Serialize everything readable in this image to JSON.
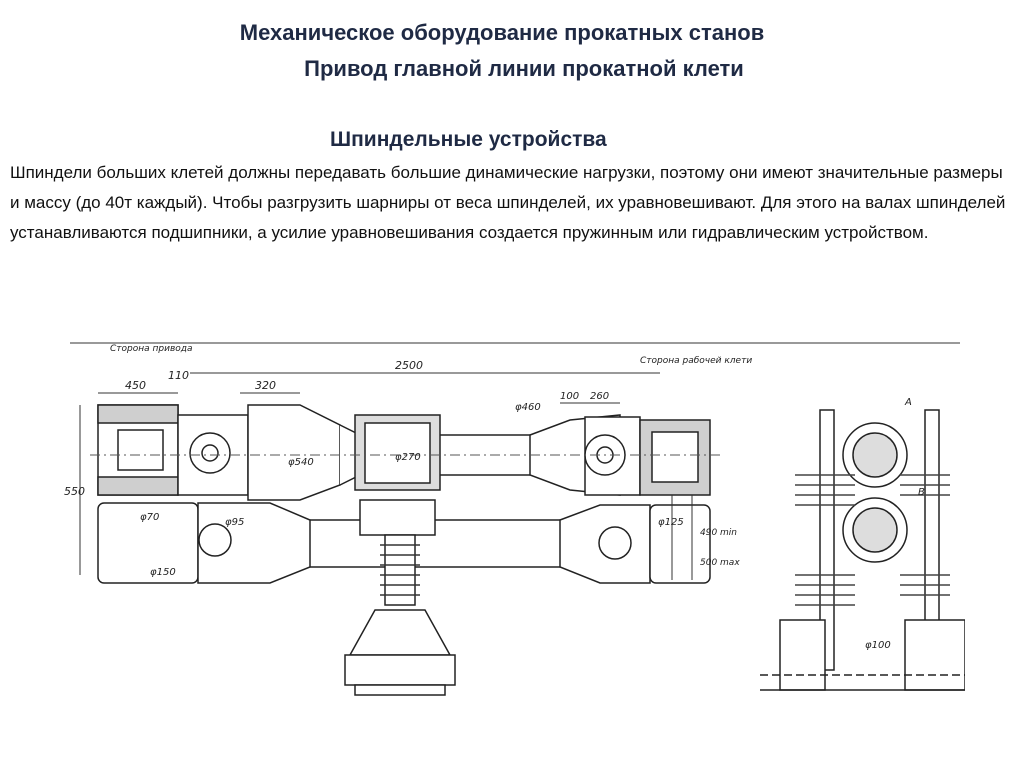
{
  "header": {
    "title_line1": "Механическое оборудование прокатных станов",
    "title_line2": "Привод главной линии прокатной клети"
  },
  "section": {
    "heading": "Шпиндельные устройства",
    "paragraph": "Шпиндели больших клетей должны передавать большие динамические нагрузки, поэтому они имеют значительные размеры и массу (до 40т каждый). Чтобы разгрузить шарниры от веса шпинделей, их уравновешивают. Для этого на валах шпинделей устанавливаются подшипники, а усилие уравновешивания создается пружинным или гидравлическим устройством."
  },
  "drawing": {
    "label_drive_side": "Сторона привода",
    "label_stand_side": "Сторона рабочей клети",
    "dims": {
      "d2500": "2500",
      "d450": "450",
      "d110": "110",
      "d320": "320",
      "d100": "100",
      "d260": "260",
      "d550": "550",
      "phi540": "φ540",
      "phi270": "φ270",
      "phi460": "φ460",
      "phi70": "φ70",
      "phi150": "φ150",
      "phi95": "φ95",
      "phi125": "φ125",
      "d490min": "490 min",
      "d500max": "500 max",
      "phi100": "φ100",
      "labelA": "A",
      "labelB": "B"
    }
  }
}
